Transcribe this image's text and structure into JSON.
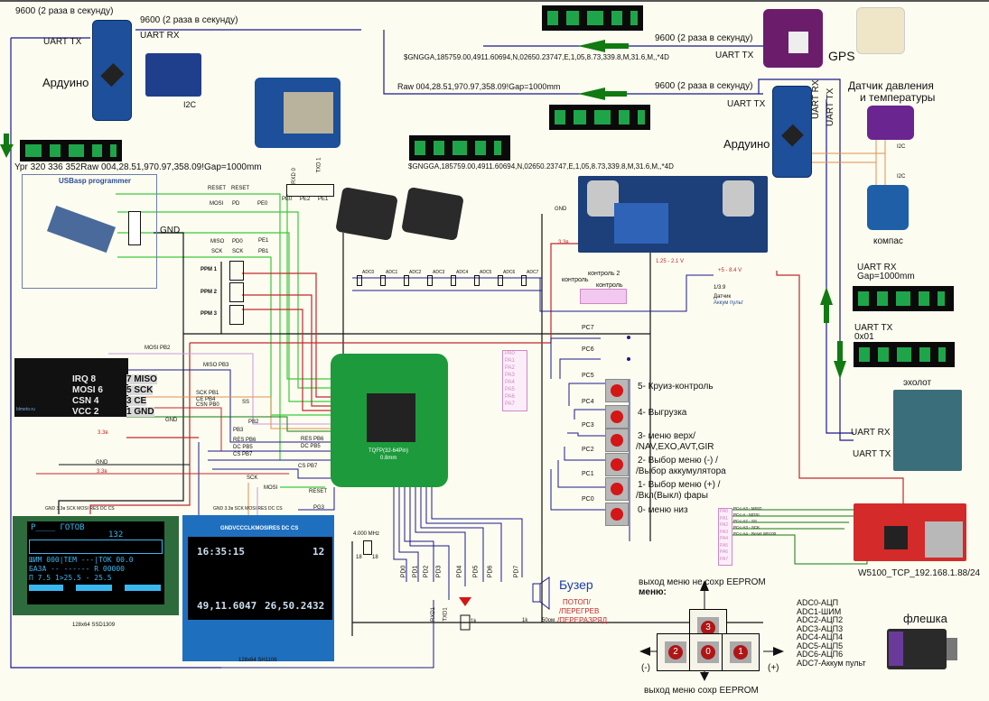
{
  "title": "Wiring diagram: ATmega TQFP controller with GPS, Arduino sensors, nRF24, OLED displays, echo sounder, W5100",
  "colors": {
    "background": "#fdfcf0",
    "wire_blue": "#1a1a8c",
    "wire_red": "#c0282c",
    "wire_green": "#3cc83c",
    "wire_pink": "#c99ae0",
    "wire_orange": "#e09050",
    "arrow_green": "#117a11",
    "uart_signal": "#1ea54a"
  },
  "arduino_left": {
    "baud_tx": "9600 (2 раза в секунду)",
    "baud_rx": "9600 (2 раза в секунду)",
    "uart_tx": "UART TX",
    "uart_rx": "UART RX",
    "name": "Ардуино",
    "i2c": "I2C",
    "data_line": "Ypr 320 336 352Raw 004,28.51,970.97,358.09!Gap=1000mm"
  },
  "gps": {
    "label": "GPS",
    "baud": "9600 (2 раза в секунду)",
    "uart_tx": "UART TX",
    "nmea": "$GNGGA,185759.00,4911.60694,N,02650.23747,E,1,05,8.73,339.8,M,31.6,M,,*4D"
  },
  "arduino_right": {
    "baud": "9600 (2 раза в секунду)",
    "uart_tx": "UART TX",
    "uart_rx_vert": "UART RX",
    "uart_tx_vert": "UART TX",
    "name": "Ардуино",
    "raw_line": "Raw 004,28.51,970.97,358.09!Gap=1000mm",
    "nmea2": "$GNGGA,185759.00,4911.60694,N,02650.23747,E,1,05,8.73,339.8,M,31.6,M,,*4D"
  },
  "pressure_sensor": {
    "label_line1": "Датчик давления",
    "label_line2": "и температуры",
    "i2c": "I2C"
  },
  "compass": {
    "label": "компас",
    "i2c": "I2C"
  },
  "usbasp": {
    "title": "USBasp programmer",
    "gnd": "GND",
    "signals": [
      {
        "a": "RESET",
        "b": "RESET",
        "c": ""
      },
      {
        "a": "MOSI",
        "b": "PD",
        "c": "PE0"
      },
      {
        "a": "MISO",
        "b": "PD0",
        "c": "PE1"
      },
      {
        "a": "SCK",
        "b": "SCK",
        "c": "PB1"
      }
    ]
  },
  "esp": {
    "pins": [
      "RXD 0",
      "TXD 1"
    ],
    "pads": [
      "PE0",
      "PE2",
      "PE1"
    ]
  },
  "ppm": [
    "PPM 1",
    "PPM 2",
    "PPM 3"
  ],
  "adc_channels": [
    "ADC0",
    "ADC1",
    "ADC2",
    "ADC3",
    "ADC4",
    "ADC5",
    "ADC6",
    "ADC7"
  ],
  "power": {
    "gnd": "GND",
    "v33": "3.3в",
    "range": "1.25 - 2.1 V",
    "battery": "+5 - 8.4 V",
    "divider": "1/3.9",
    "sensor": "Датчик",
    "sensor2": "Аккум пульт",
    "control": "контроль",
    "control2": "контроль 2",
    "control3": "контроль"
  },
  "mcu": {
    "name": "TQFP(32-64Pin)",
    "pitch": "0.8mm",
    "porta": [
      "PA0",
      "PA1",
      "PA2",
      "PA3",
      "PA4",
      "PA5",
      "PA6",
      "PA7"
    ]
  },
  "nrf24": {
    "brand": "blmeto.ru",
    "pins_left": [
      {
        "name": "IRQ",
        "num": "8"
      },
      {
        "name": "MOSI",
        "num": "6"
      },
      {
        "name": "CSN",
        "num": "4"
      },
      {
        "name": "VCC",
        "num": "2"
      }
    ],
    "pins_right": [
      {
        "num": "7",
        "name": "MISO"
      },
      {
        "num": "5",
        "name": "SCK"
      },
      {
        "num": "3",
        "name": "CE"
      },
      {
        "num": "1",
        "name": "GND"
      }
    ],
    "gnd": "GND",
    "v33": "3.3в"
  },
  "spi_labels": {
    "mosi": "MOSI PB2",
    "miso": "MISO PB3",
    "sck": "SCK PB1",
    "ce": "CE PB4",
    "csn": "CSN PB0",
    "ss": "SS",
    "pb2": "PB2",
    "pb3": "PB3",
    "res": "RES PB6",
    "dc": "DC PB5",
    "cs": "CS PB7",
    "res2": "RES PB6",
    "dc2": "DC PB5",
    "cs2": "CS PB7",
    "sck2": "SCK",
    "mosi2": "MOSI",
    "reset": "RESET",
    "pg3": "PG3",
    "gnd": "GND",
    "v33": "3.3в"
  },
  "oled1": {
    "header_pins": "GND 3.3в SCK MOSI RES DC CS",
    "caption": "128x64 SSD1309",
    "lines": [
      "Р____ ГОТОВ",
      "132",
      "ШИМ 000|ТЕМ ---|ТОК 00.0",
      "БАЗА -- ------ R 00000",
      "П  7.5  1>25.5  - 25.5"
    ]
  },
  "oled2": {
    "header_pins": "GND 3.3в SCK MOSI RES DC CS",
    "silk": "GNDVCCCLKMOSIRES DC CS",
    "caption": "128x64 SH1106",
    "time": "16:35:15",
    "count": "12",
    "lat": "49,11.6047",
    "lon": "26,50.2432"
  },
  "crystal": {
    "freq": "4.000 MHz",
    "caps": [
      "18",
      "18"
    ]
  },
  "port_d": {
    "pins": [
      "PD0",
      "PD1",
      "PD2",
      "PD3",
      "PD4",
      "PD5",
      "PD6",
      "PD7"
    ],
    "rxd": "RXD1",
    "txd": "TXD1",
    "res_1k": "1k",
    "res_50": "50ом"
  },
  "buzzer": {
    "label": "Бузер",
    "alarms": [
      "ПОТОП/",
      "/ПЕРЕГРЕВ",
      "/ПЕРЕРАЗРЯД"
    ]
  },
  "buttons": [
    {
      "port": "PC7",
      "label": ""
    },
    {
      "port": "PC6",
      "label": ""
    },
    {
      "port": "PC5",
      "label": "5- Круиз-контроль"
    },
    {
      "port": "PC4",
      "label": "4- Выгрузка"
    },
    {
      "port": "PC3",
      "label": "3- меню верх/",
      "label2": "/NAV,EXO,AVT,GIR"
    },
    {
      "port": "PC2",
      "label": "2- Выбор меню (-) /",
      "label2": "/Выбор аккумулятора"
    },
    {
      "port": "PC1",
      "label": "1- Выбор меню (+) /",
      "label2": "/Вкл(Выкл) фары"
    },
    {
      "port": "PC0",
      "label": "0- меню низ"
    }
  ],
  "echo": {
    "uart_rx": "UART RX",
    "gap": "Gap=1000mm",
    "uart_tx": "UART TX",
    "hex": "0x01",
    "label": "эхолот",
    "pin_rx": "UART RX",
    "pin_tx": "UART TX"
  },
  "w5100": {
    "caption": "W5100_TCP_192.168.1.88/24",
    "pa_labels": [
      "PA0",
      "PA1",
      "PA2",
      "PA3",
      "PA4",
      "PA5",
      "PA6",
      "PA7"
    ],
    "connections": [
      "PC<-A3 - MISO",
      "PC<-A - MOSI",
      "PC<-A2 - SS",
      "PC<-A3 - SCK",
      "PC<-A4 - Reset W5100"
    ]
  },
  "menu": {
    "exit_no_save": "выход меню не сохр EEPROM",
    "menu_label": "меню:",
    "exit_save": "выход меню сохр EEPROM",
    "minus": "(-)",
    "plus": "(+)",
    "keys": [
      "3",
      "2",
      "0",
      "1"
    ]
  },
  "adc_legend": [
    "ADC0-АЦП",
    "ADC1-ШИМ",
    "ADC2-АЦП2",
    "ADC3-АЦП3",
    "ADC4-АЦП4",
    "ADC5-АЦП5",
    "ADC6-АЦП6",
    "ADC7-Аккум пульт"
  ],
  "flash": {
    "label": "флешка"
  }
}
